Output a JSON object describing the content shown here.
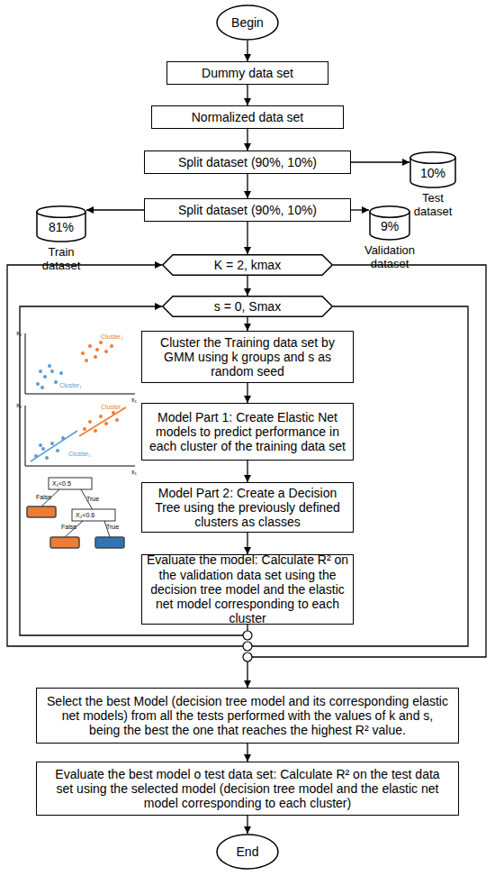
{
  "diagram": {
    "nodes": [
      {
        "text": [
          "Begin"
        ]
      },
      {
        "text": [
          "Dummy data set"
        ]
      },
      {
        "text": [
          "Normalized data set"
        ]
      },
      {
        "text": [
          "Split dataset (90%, 10%)"
        ]
      },
      {
        "text": [
          "10%",
          "Test dataset"
        ]
      },
      {
        "text": [
          "81%",
          "Train dataset"
        ]
      },
      {
        "text": [
          "Split dataset (90%, 10%)"
        ]
      },
      {
        "text": [
          "9%",
          "Validation dataset"
        ]
      },
      {
        "text": [
          "K = 2, kmax"
        ]
      },
      {
        "text": [
          "s = 0, Smax"
        ]
      },
      {
        "text": [
          "Cluster the Training data set by GMM using k groups and s as random seed"
        ]
      },
      {
        "text": [
          "Model Part 1: Create Elastic Net models to predict performance in each cluster of the training data set"
        ]
      },
      {
        "text": [
          "Model Part 2: Create a Decision Tree using the previously defined clusters as classes"
        ]
      },
      {
        "text": [
          "Evaluate the model: Calculate R² on the validation data set using the decision tree model and the elastic net model corresponding to each cluster"
        ]
      },
      {
        "text": [
          "Select the best Model (decision tree model and its corresponding elastic net models) from all the tests performed with the values of k and s, being the best the one that reaches the highest R² value."
        ]
      },
      {
        "text": [
          "Evaluate the best model o test data set: Calculate R² on the test data set using the selected model (decision tree model and the elastic net model corresponding to each cluster)"
        ]
      },
      {
        "text": [
          "End"
        ]
      }
    ],
    "edges": [
      {
        "from": 0,
        "to": 1,
        "arrow": "to"
      },
      {
        "from": 1,
        "to": 2,
        "arrow": "to"
      },
      {
        "from": 2,
        "to": 3,
        "arrow": "to"
      },
      {
        "from": 3,
        "to": 4,
        "arrow": "to"
      },
      {
        "from": 3,
        "to": 6,
        "arrow": "to"
      },
      {
        "from": 6,
        "to": 5,
        "arrow": "to"
      },
      {
        "from": 6,
        "to": 7,
        "arrow": "to"
      },
      {
        "from": 6,
        "to": 8,
        "arrow": "to"
      },
      {
        "from": 8,
        "to": 9,
        "arrow": "to"
      },
      {
        "from": 9,
        "to": 10,
        "arrow": "to"
      },
      {
        "from": 10,
        "to": 11,
        "arrow": "to"
      },
      {
        "from": 11,
        "to": 12,
        "arrow": "to"
      },
      {
        "from": 12,
        "to": 13,
        "arrow": "to"
      },
      {
        "from": 13,
        "to": 9,
        "arrow": "to"
      },
      {
        "from": 9,
        "to": 8,
        "arrow": "to"
      },
      {
        "from": 8,
        "to": 14,
        "arrow": "to"
      },
      {
        "from": 14,
        "to": 15,
        "arrow": "to"
      },
      {
        "from": 15,
        "to": 16,
        "arrow": "to"
      }
    ],
    "labels": [
      "x₂",
      "x₁",
      "Cluster₂",
      "Cluster₁",
      "x₂",
      "x₁",
      "Cluster₂",
      "Cluster₁",
      "X₁<0.5",
      "False",
      "True",
      "X₂<0.6",
      "False",
      "True"
    ]
  }
}
